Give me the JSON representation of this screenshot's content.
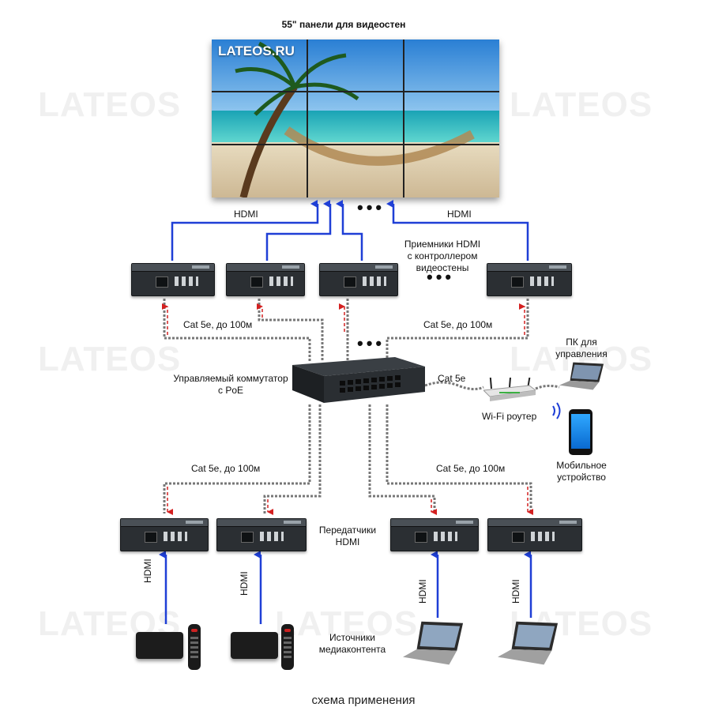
{
  "title": "55\" панели для видеостен",
  "wall_logo": "LATEOS.RU",
  "watermark": "LATEOS",
  "labels": {
    "hdmi_left": "HDMI",
    "hdmi_right": "HDMI",
    "receivers_line1": "Приемники HDMI",
    "receivers_line2": "с контроллером",
    "receivers_line3": "видеостены",
    "cat_rx_left": "Cat 5e, до 100м",
    "cat_rx_right": "Cat 5e, до 100м",
    "switch_line1": "Управляемый коммутатор",
    "switch_line2": "с PoE",
    "cat5e": "Cat 5e",
    "router": "Wi-Fi роутер",
    "pc_line1": "ПК для",
    "pc_line2": "управления",
    "mobile_line1": "Мобильное",
    "mobile_line2": "устройство",
    "cat_tx_left": "Cat 5e, до 100м",
    "cat_tx_right": "Cat 5e, до 100м",
    "transmitters_line1": "Передатчики",
    "transmitters_line2": "HDMI",
    "sources_line1": "Источники",
    "sources_line2": "медиаконтента",
    "hdmi_v1": "HDMI",
    "hdmi_v2": "HDMI",
    "hdmi_v3": "HDMI",
    "hdmi_v4": "HDMI"
  },
  "caption": "схема применения",
  "colors": {
    "hdmi_line": "#1f3fd6",
    "cat_line_red": "#d42020",
    "cat_cable": "#666666"
  }
}
